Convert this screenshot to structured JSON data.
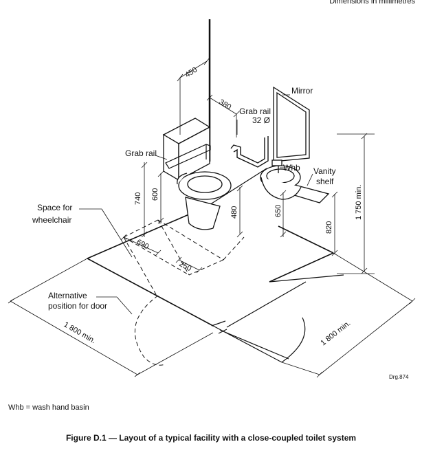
{
  "header": {
    "units": "Dimensions in millimetres"
  },
  "labels": {
    "mirror": "Mirror",
    "grab_rail_top": "Grab rail",
    "grab_rail_dia": "32 Ø",
    "grab_rail_left": "Grab rail",
    "whb": "Whb",
    "vanity_1": "Vanity",
    "vanity_2": "shelf",
    "space_1": "Space for",
    "space_2": "wheelchair",
    "door_1": "Alternative",
    "door_2": "position for door"
  },
  "dimensions": {
    "d450": "450",
    "d380": "380",
    "d740": "740",
    "d600": "600",
    "d480": "480",
    "d650": "650",
    "d820": "820",
    "d1750": "1 750 min.",
    "d690": "690",
    "d250": "250",
    "d1800_left": "1 800 min.",
    "d1800_right": "1 800 min."
  },
  "drawing_number": "Drg.874",
  "legend": "Whb = wash hand basin",
  "caption": "Figure D.1 — Layout of a typical facility with a close-coupled toilet system"
}
